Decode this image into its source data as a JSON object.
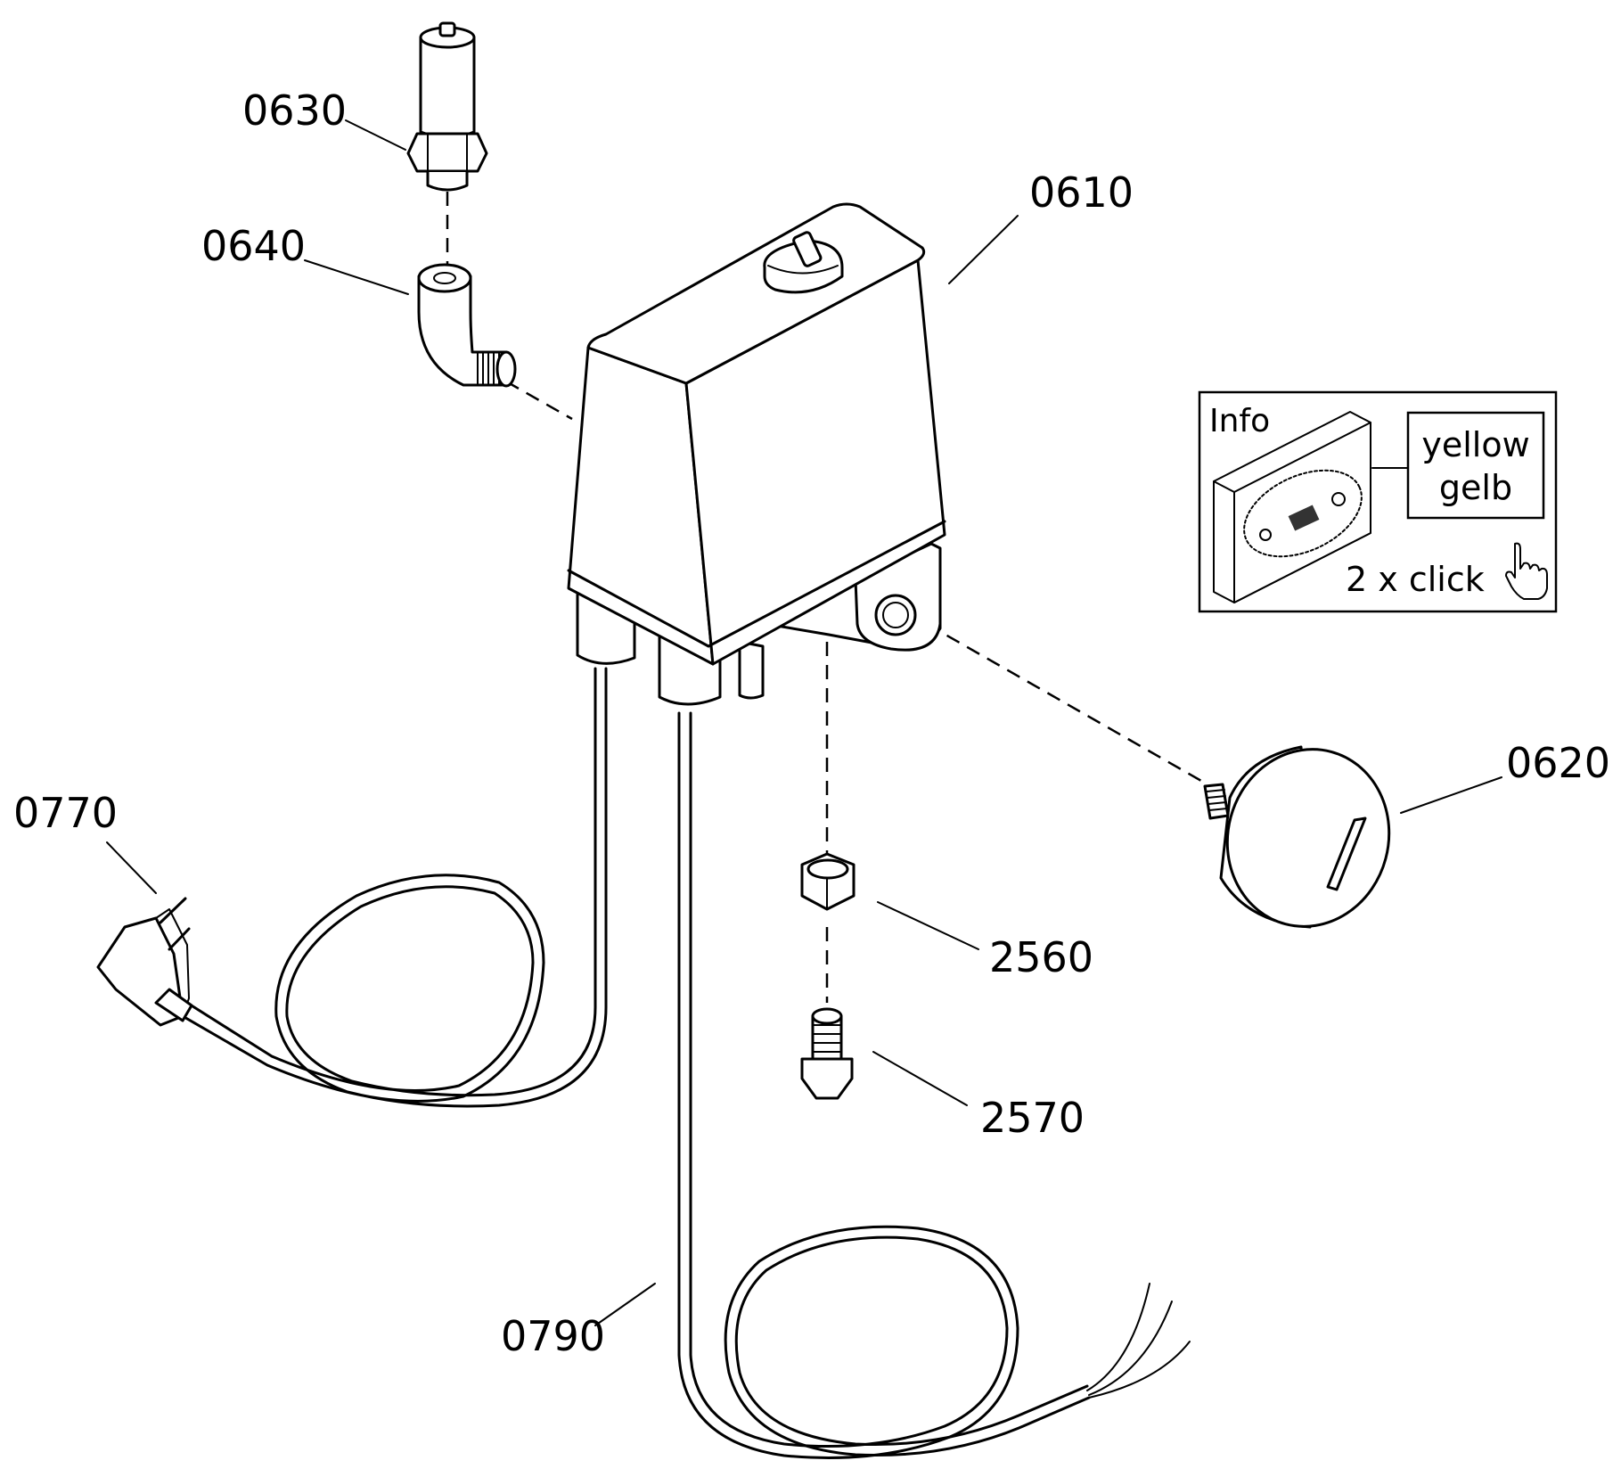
{
  "parts": [
    {
      "id": "p0630",
      "number": "0630"
    },
    {
      "id": "p0640",
      "number": "0640"
    },
    {
      "id": "p0610",
      "number": "0610"
    },
    {
      "id": "p0620",
      "number": "0620"
    },
    {
      "id": "p0770",
      "number": "0770"
    },
    {
      "id": "p2560",
      "number": "2560"
    },
    {
      "id": "p2570",
      "number": "2570"
    },
    {
      "id": "p0790",
      "number": "0790"
    }
  ],
  "info_box": {
    "title": "Info",
    "color_en": "yellow",
    "color_de": "gelb",
    "action": "2 x click",
    "action_icon": "hand-pointer-icon"
  }
}
